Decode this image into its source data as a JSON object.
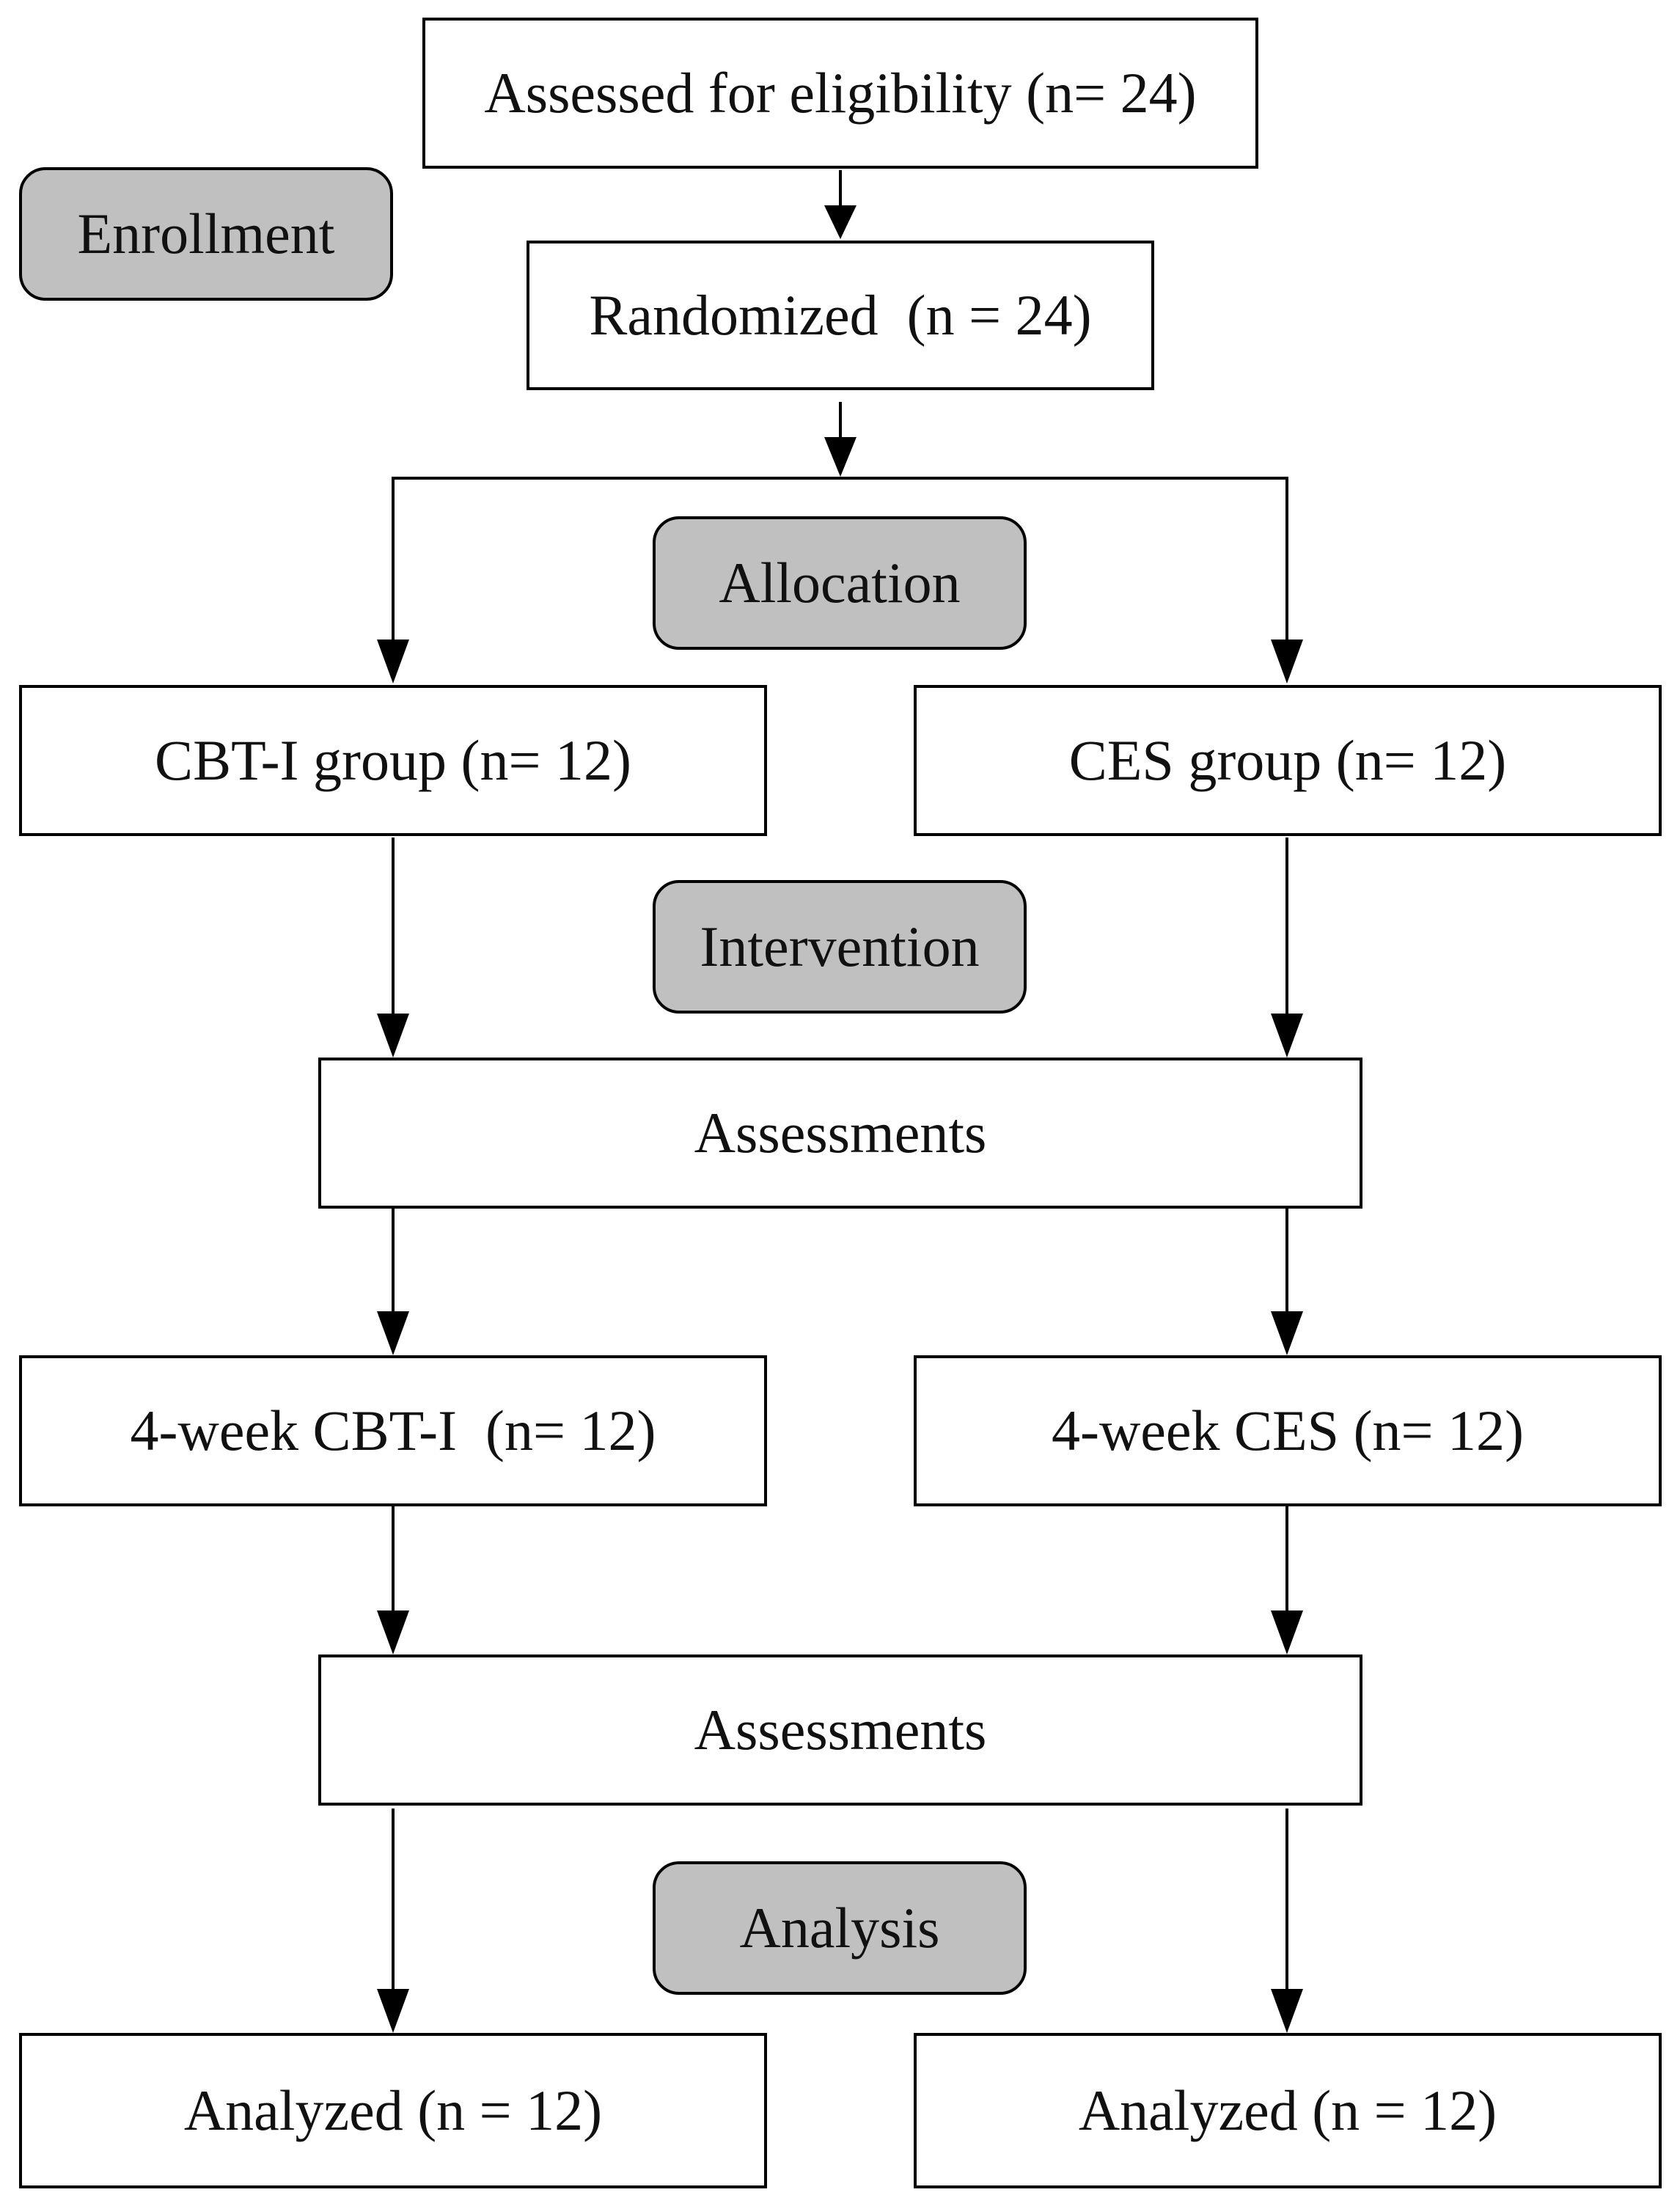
{
  "stages": {
    "enrollment": "Enrollment",
    "allocation": "Allocation",
    "intervention": "Intervention",
    "analysis": "Analysis"
  },
  "boxes": {
    "assessed": "Assessed for eligibility (n= 24)",
    "randomized": "Randomized  (n = 24)",
    "cbt_group": "CBT-I group (n= 12)",
    "ces_group": "CES group (n= 12)",
    "assessments_1": "Assessments",
    "cbt_4week": "4-week CBT-I  (n= 12)",
    "ces_4week": "4-week CES (n= 12)",
    "assessments_2": "Assessments",
    "analyzed_cbt": "Analyzed (n = 12)",
    "analyzed_ces": "Analyzed (n = 12)"
  },
  "colors": {
    "stage_fill": "#c0c0c0",
    "box_fill": "#ffffff",
    "line": "#000000"
  }
}
